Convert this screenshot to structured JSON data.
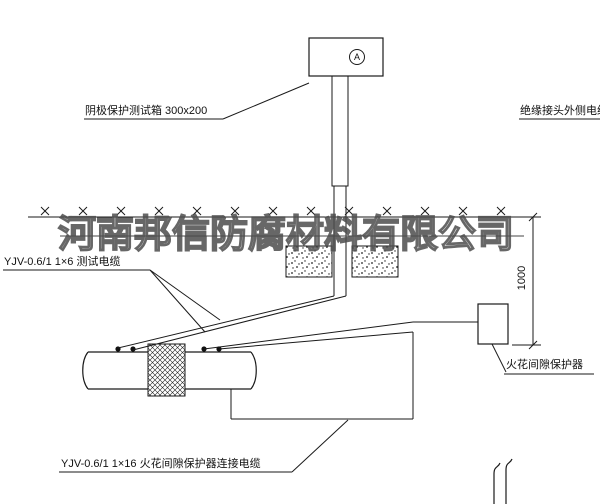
{
  "watermark": "河南邦信防腐材料有限公司",
  "labels": {
    "test_box": "阴极保护测试箱 300x200",
    "outer_cable": "绝缘接头外侧电缆",
    "test_cable": "YJV-0.6/1 1×6  测试电缆",
    "spark_gap": "火花间隙保护器",
    "spark_gap_cable": "YJV-0.6/1 1×16  火花间隙保护器连接电缆",
    "dimension": "1000",
    "meter": "A"
  }
}
